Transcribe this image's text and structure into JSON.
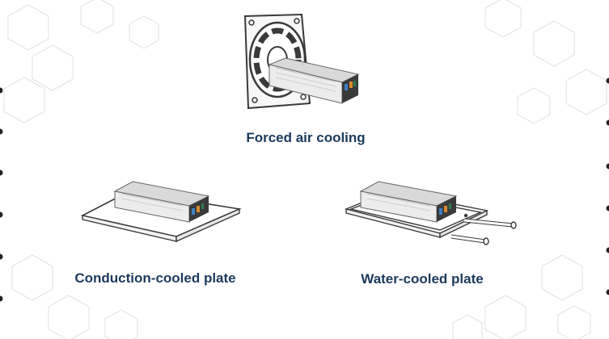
{
  "cooling_methods": [
    {
      "label": "Forced air cooling"
    },
    {
      "label": "Conduction-cooled plate"
    },
    {
      "label": "Water-cooled plate"
    }
  ],
  "colors": {
    "caption": "#1b3a5c",
    "line_art": "#3a3a3a",
    "pattern": "#e6e6e6"
  },
  "icons": [
    "fan-icon",
    "power-supply-unit-icon",
    "cold-plate-icon",
    "water-cooled-plate-icon"
  ]
}
